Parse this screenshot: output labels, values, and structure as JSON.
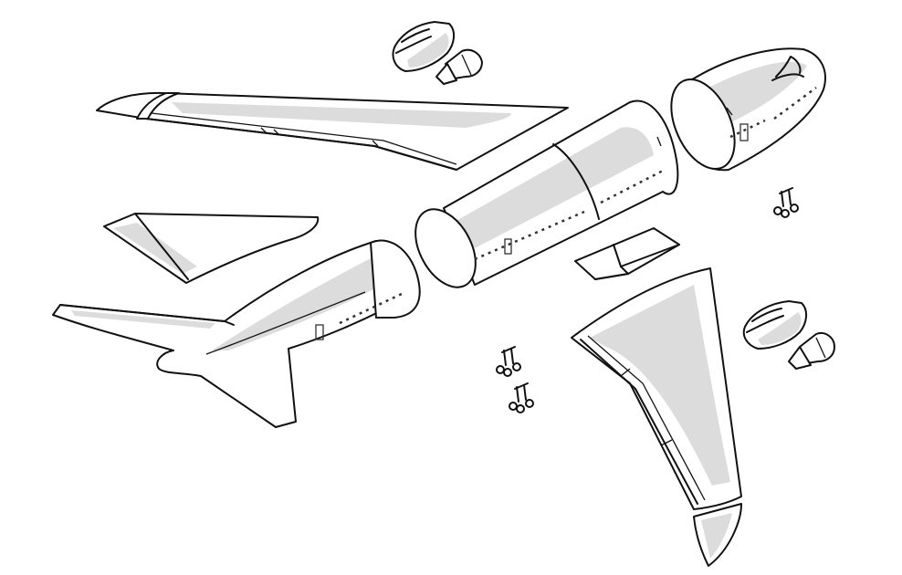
{
  "diagram": {
    "type": "exploded-airplane-illustration",
    "parts": [
      "engine-cowl",
      "engine-nozzle",
      "port-wing",
      "horizontal-stabilizer",
      "tail-section",
      "center-fuselage",
      "nose-section",
      "wing-box",
      "starboard-wing",
      "wingtip",
      "landing-gear"
    ],
    "colors": {
      "outline": "#111111",
      "shade": "#dcdcdc",
      "background": "#ffffff"
    }
  }
}
